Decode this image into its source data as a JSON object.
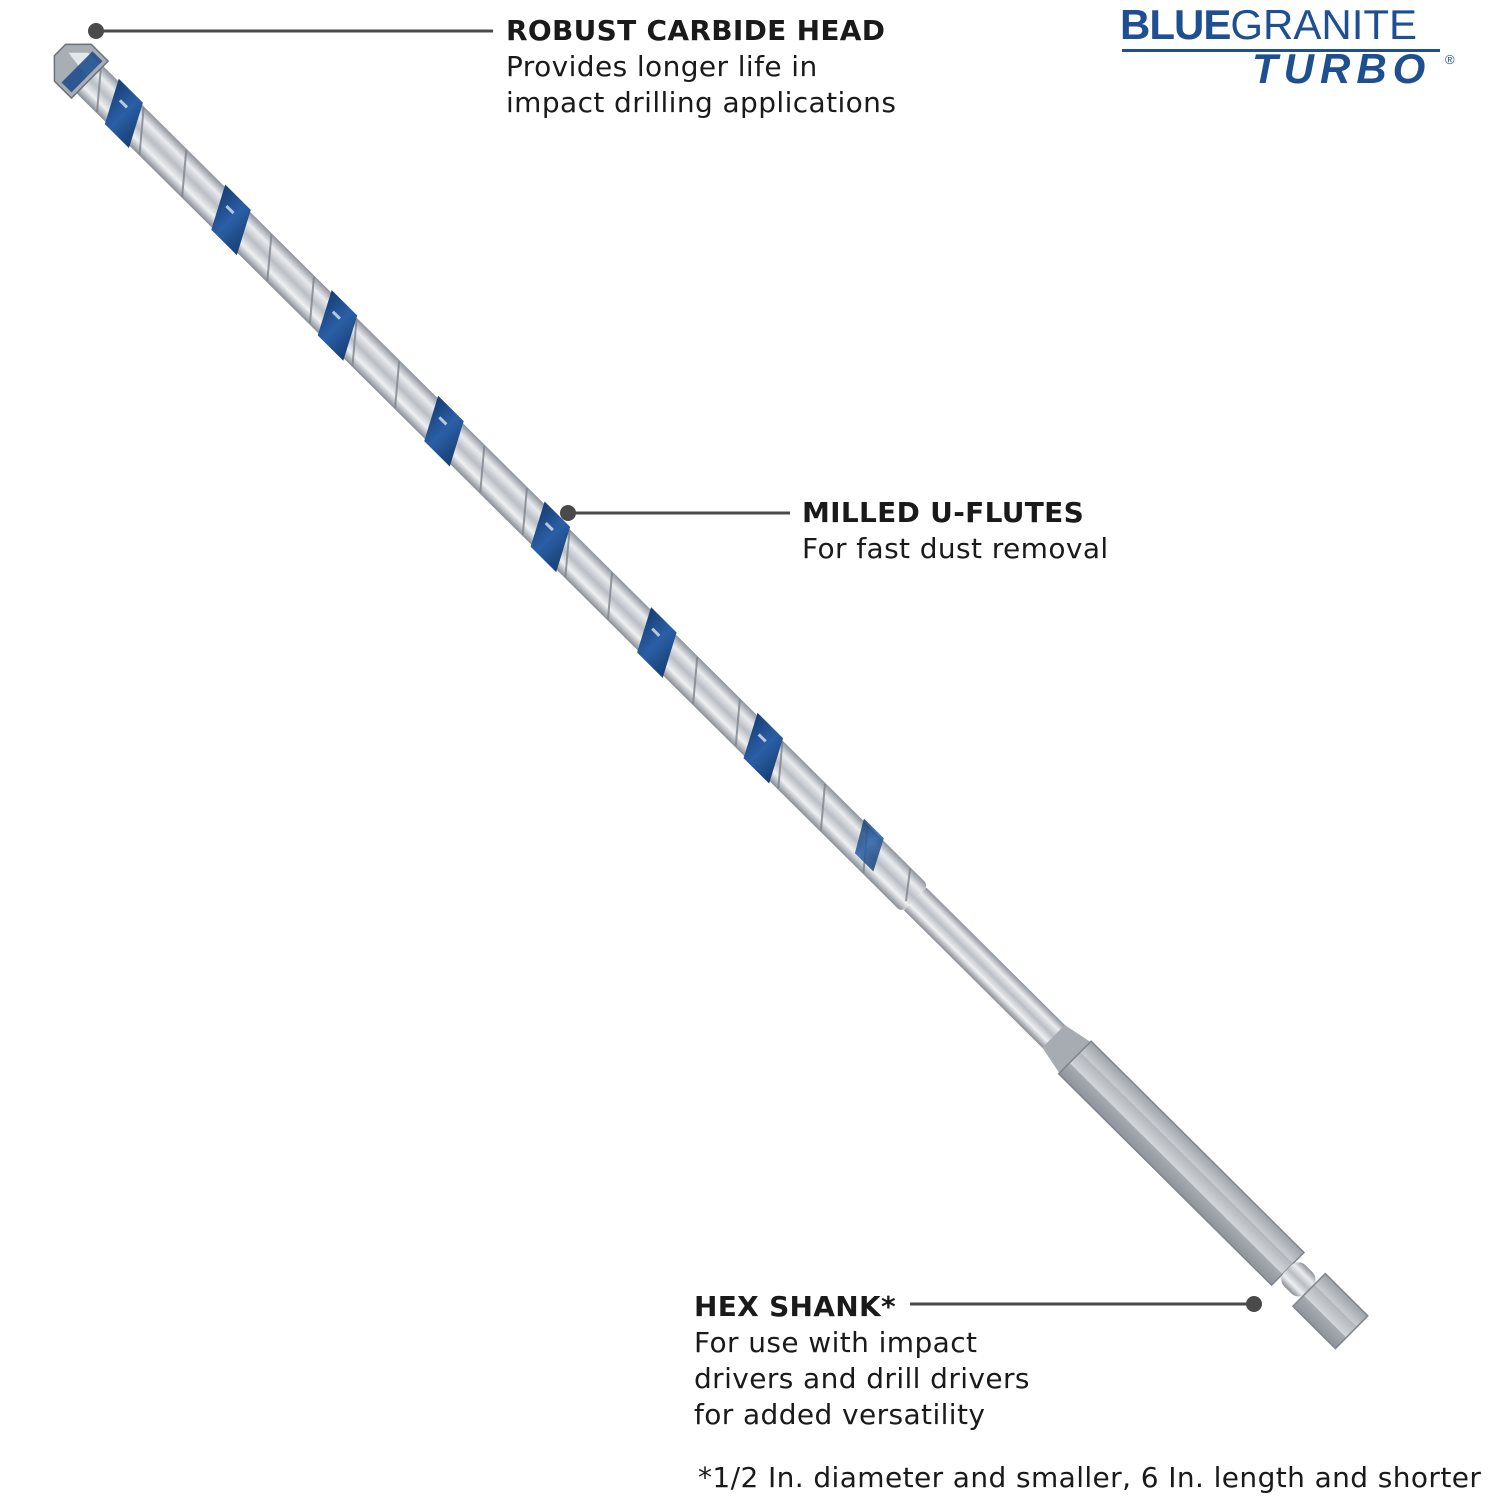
{
  "logo": {
    "word_blue": "BLUE",
    "word_granite": "GRANITE",
    "word_turbo": "TURBO",
    "registered": "®",
    "color": "#1d4f91"
  },
  "callouts": {
    "carbide_head": {
      "title": "ROBUST CARBIDE HEAD",
      "lines": [
        "Provides longer life in",
        "impact drilling applications"
      ]
    },
    "u_flutes": {
      "title": "MILLED U-FLUTES",
      "lines": [
        "For fast dust removal"
      ]
    },
    "hex_shank": {
      "title": "HEX SHANK*",
      "lines": [
        "For use with impact",
        "drivers and drill drivers",
        "for added versatility"
      ]
    }
  },
  "footnote": "*1/2 In. diameter and smaller, 6 In. length and shorter",
  "colors": {
    "flute_blue": "#1e4e8c",
    "steel": "#c7cbd1",
    "leader": "#4a4a4a"
  },
  "icons": {
    "drill_bit": "drill-bit-illustration",
    "leader_dot": "callout-dot-icon"
  }
}
